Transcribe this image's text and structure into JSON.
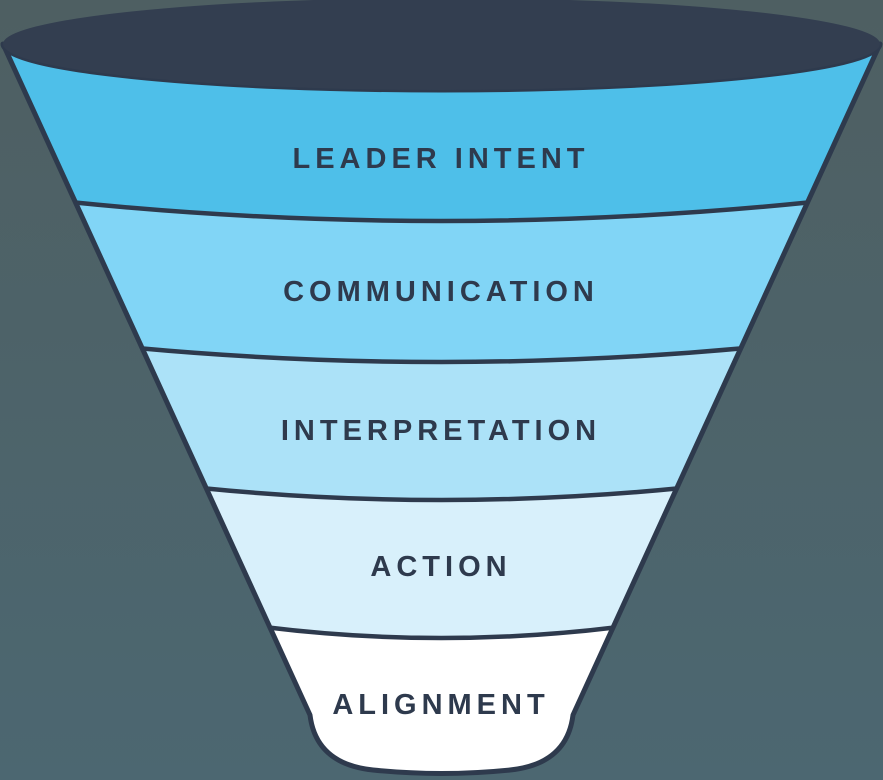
{
  "diagram": {
    "type": "funnel",
    "title": "",
    "stages": [
      {
        "label": "LEADER INTENT",
        "color": "#4EBFE9"
      },
      {
        "label": "COMMUNICATION",
        "color": "#81D5F6"
      },
      {
        "label": "INTERPRETATION",
        "color": "#ACE2F8"
      },
      {
        "label": "ACTION",
        "color": "#D8F0FB"
      },
      {
        "label": "ALIGNMENT",
        "color": "#FFFFFF"
      }
    ],
    "label_color": "#2E3A4D",
    "outline_color": "#2E3A4D",
    "top_ellipse_color": "#333E50",
    "background_top_color": "#4E5F62",
    "background_bottom_color": "#4C6771"
  }
}
